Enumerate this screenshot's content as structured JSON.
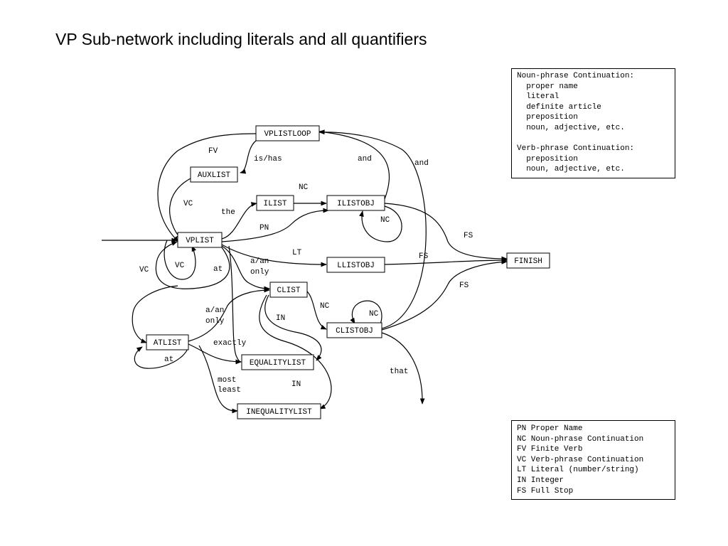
{
  "title": "VP Sub-network including literals and all quantifiers",
  "nodes": {
    "vplistloop": "VPLISTLOOP",
    "auxlist": "AUXLIST",
    "ilist": "ILIST",
    "ilistobj": "ILISTOBJ",
    "vplist": "VPLIST",
    "llistobj": "LLISTOBJ",
    "finish": "FINISH",
    "clist": "CLIST",
    "clistobj": "CLISTOBJ",
    "atlist": "ATLIST",
    "equalitylist": "EQUALITYLIST",
    "inequalitylist": "INEQUALITYLIST"
  },
  "edge_labels": {
    "fv": "FV",
    "is_has": "is/has",
    "and_1": "and",
    "and_2": "and",
    "nc_1": "NC",
    "vc_1": "VC",
    "the": "the",
    "pn": "PN",
    "nc_2": "NC",
    "fs_1": "FS",
    "lt": "LT",
    "fs_2": "FS",
    "a_an_1": "a/an",
    "only_1": "only",
    "vc_2": "VC",
    "vc_3": "VC",
    "at_1": "at",
    "fs_3": "FS",
    "nc_3": "NC",
    "nc_4": "NC",
    "a_an_2": "a/an",
    "only_2": "only",
    "in_1": "IN",
    "exactly": "exactly",
    "at_2": "at",
    "that": "that",
    "most": "most",
    "least": "least",
    "in_2": "IN"
  },
  "continuation_box": {
    "lines": [
      "Noun-phrase Continuation:",
      "  proper name",
      "  literal",
      "  definite article",
      "  preposition",
      "  noun, adjective, etc.",
      "",
      "Verb-phrase Continuation:",
      "  preposition",
      "  noun, adjective, etc."
    ]
  },
  "legend_box": {
    "lines": [
      "PN Proper Name",
      "NC Noun-phrase Continuation",
      "FV Finite Verb",
      "VC Verb-phrase Continuation",
      "LT Literal (number/string)",
      "IN Integer",
      "FS Full Stop"
    ]
  }
}
